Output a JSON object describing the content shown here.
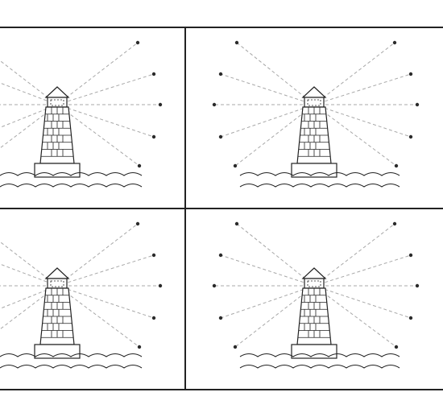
{
  "worksheet": {
    "panels": [
      {
        "id": "top-left",
        "visible_rays": "right-half",
        "dot_count": 5
      },
      {
        "id": "top-right",
        "visible_rays": "both-sides",
        "dot_count": 10
      },
      {
        "id": "bottom-left",
        "visible_rays": "right-half",
        "dot_count": 5
      },
      {
        "id": "bottom-right",
        "visible_rays": "both-sides",
        "dot_count": 10
      }
    ]
  },
  "colors": {
    "line": "#222222",
    "ray": "#a8a8a8",
    "dot": "#2b2b2b",
    "paper": "#ffffff"
  },
  "icons": {
    "lighthouse": "lighthouse-icon",
    "waves": "waves-icon",
    "light-rays": "rays-icon"
  }
}
